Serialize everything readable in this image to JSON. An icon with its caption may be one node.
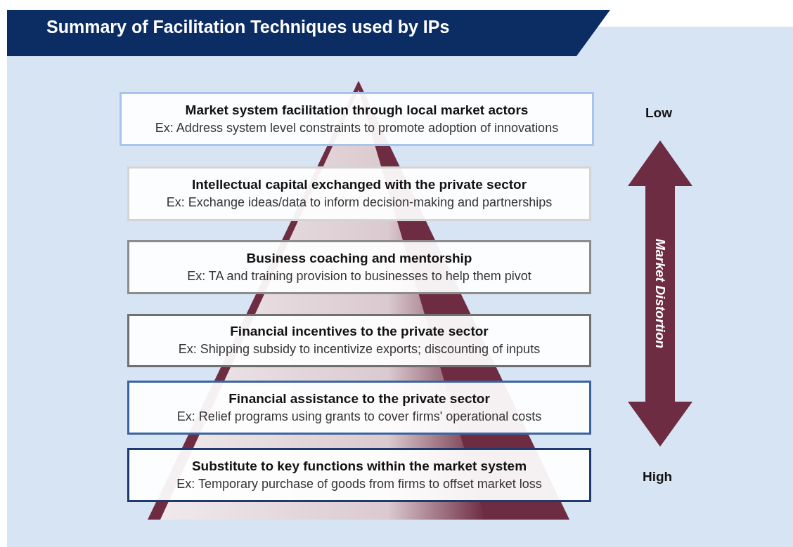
{
  "diagram": {
    "title": "Summary of Facilitation Techniques used by IPs",
    "nodes": [
      {
        "text": [
          "Market system facilitation through local market actors",
          "Ex: Address system level constraints to promote adoption of innovations"
        ]
      },
      {
        "text": [
          "Intellectual capital exchanged with the private sector",
          "Ex: Exchange ideas/data to inform decision-making and partnerships"
        ]
      },
      {
        "text": [
          "Business coaching and mentorship",
          "Ex: TA and training provision to businesses to help them pivot"
        ]
      },
      {
        "text": [
          "Financial incentives to the private sector",
          "Ex: Shipping subsidy to incentivize exports; discounting of inputs"
        ]
      },
      {
        "text": [
          "Financial assistance to the private sector",
          "Ex: Relief programs using grants to cover firms' operational costs"
        ]
      },
      {
        "text": [
          "Substitute to key functions within the market system",
          "Ex: Temporary purchase of goods from firms to offset market loss"
        ]
      }
    ],
    "edges": [],
    "labels": [
      "Low",
      "Market Distortion",
      "High"
    ]
  }
}
